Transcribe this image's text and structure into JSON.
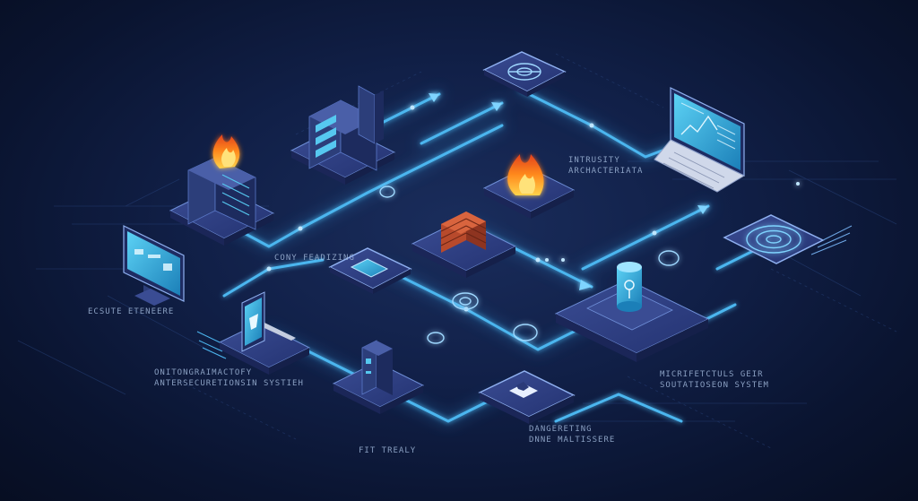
{
  "colors": {
    "background": "#0b1530",
    "pipe": "#3fa9e6",
    "pipe_glow": "#7fd4ff",
    "platform": "#2b3a78",
    "platform_edge": "#6f8fd8",
    "fire": "#ff7a1a",
    "brick": "#c2502f",
    "screen": "#2fa7d9"
  },
  "labels": {
    "intrusion": [
      "INTRUSITY",
      "ARCHACTERIATA"
    ],
    "conv": [
      "CONY FEADIZING"
    ],
    "ecu": [
      "ECSUTE ETENEERE"
    ],
    "onitoring": [
      "ONITONGRAIMACTOFY",
      "ANTERSECURETIONSIN SYSTIEH"
    ],
    "fit": [
      "FIT TREALY"
    ],
    "dangering": [
      "DANGERETING",
      "DNNE MALTISSERE"
    ],
    "micro": [
      "MICRIFETCTULS GEIR",
      "SOUTATIOSEON SYSTEM"
    ]
  },
  "nodes": [
    {
      "id": "firewall-server",
      "icon": "server-on-fire-icon"
    },
    {
      "id": "server-rack",
      "icon": "server-rack-icon"
    },
    {
      "id": "radar-top",
      "icon": "radar-icon"
    },
    {
      "id": "laptop",
      "icon": "laptop-dashboard-icon"
    },
    {
      "id": "left-monitor",
      "icon": "monitor-icon"
    },
    {
      "id": "fire-center",
      "icon": "fire-icon"
    },
    {
      "id": "brick-firewall",
      "icon": "brick-wall-icon"
    },
    {
      "id": "chip-center",
      "icon": "chip-icon"
    },
    {
      "id": "radar-right",
      "icon": "radar-icon"
    },
    {
      "id": "database",
      "icon": "database-cylinder-icon"
    },
    {
      "id": "tablet",
      "icon": "tablet-icon"
    },
    {
      "id": "tower",
      "icon": "server-tower-icon"
    },
    {
      "id": "secure-box",
      "icon": "shield-box-icon"
    }
  ]
}
